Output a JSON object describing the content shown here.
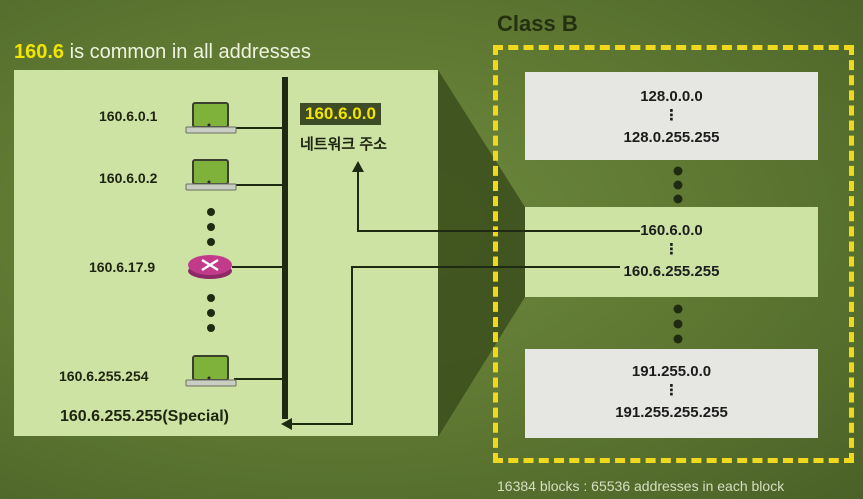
{
  "title": {
    "highlight": "160.6",
    "rest": " is common in all addresses"
  },
  "class_title": "Class B",
  "footer": "16384 blocks : 65536 addresses in each block",
  "network": {
    "address": "160.6.0.0",
    "label": "네트워크 주소"
  },
  "hosts": [
    {
      "ip": "160.6.0.1",
      "icon": "laptop-icon"
    },
    {
      "ip": "160.6.0.2",
      "icon": "laptop-icon"
    },
    {
      "ip": "160.6.17.9",
      "icon": "router-icon"
    },
    {
      "ip": "160.6.255.254",
      "icon": "laptop-icon"
    }
  ],
  "broadcast": "160.6.255.255(Special)",
  "blocks": [
    {
      "start": "128.0.0.0",
      "dots": "⋮",
      "end": "128.0.255.255"
    },
    {
      "start": "160.6.0.0",
      "dots": "⋮",
      "end": "160.6.255.255"
    },
    {
      "start": "191.255.0.0",
      "dots": "⋮",
      "end": "191.255.255.255"
    }
  ],
  "colors": {
    "background": "#5d7732",
    "panel": "#cde3a4",
    "highlight": "#f2e600",
    "dashed_border": "#f0d81e",
    "block": "#e6e6e3",
    "bus": "#1f2a12",
    "router": "#c23b8b"
  }
}
